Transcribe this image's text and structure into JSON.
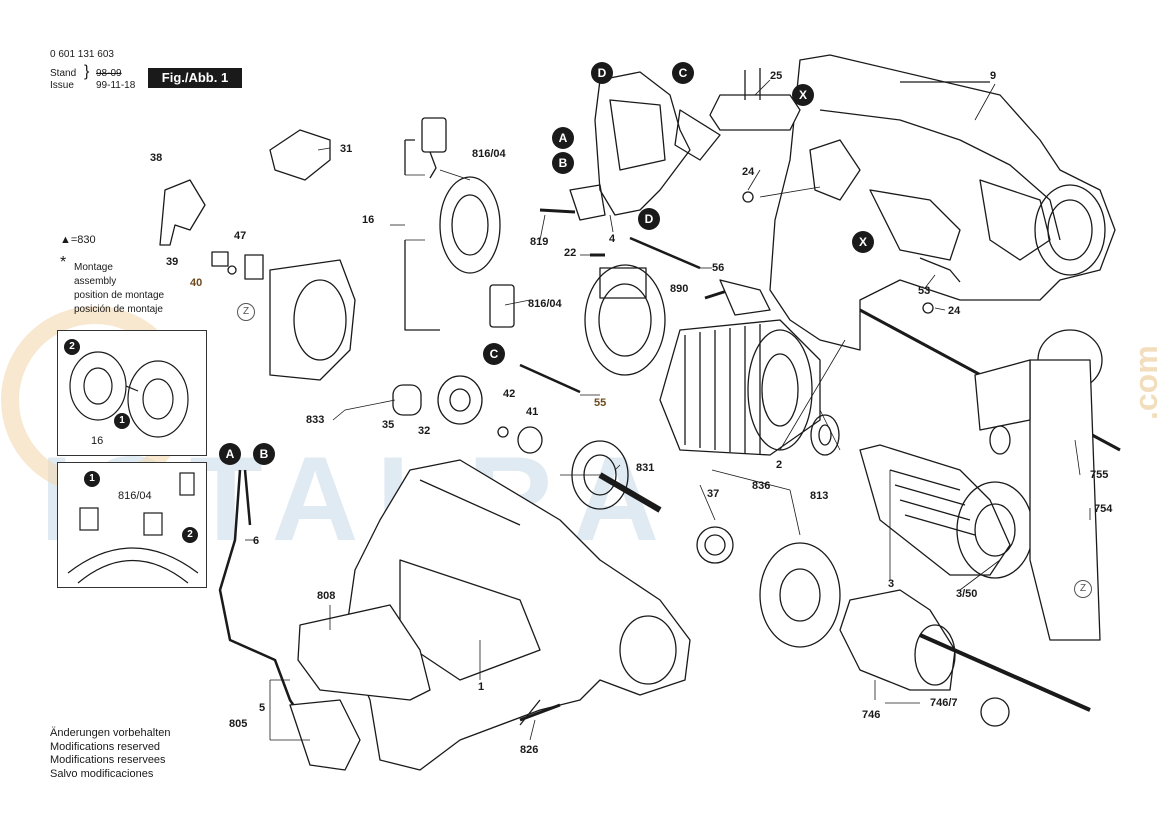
{
  "header": {
    "part_number": "0 601 131 603",
    "stand_label": "Stand",
    "issue_label": "Issue",
    "old_date": "98-09",
    "date": "99-11-18",
    "fig_label": "Fig./Abb. 1"
  },
  "legend": {
    "triangle_note": "▲=830",
    "star": "*",
    "montage_lines": [
      "Montage",
      "assembly",
      "position de montage",
      "posición de montaje"
    ]
  },
  "parts": {
    "p1": "1",
    "p2": "2",
    "p3": "3",
    "p350": "3/50",
    "p4": "4",
    "p5": "5",
    "p6": "6",
    "p9": "9",
    "p16": "16",
    "p16b": "16",
    "p22": "22",
    "p24a": "24",
    "p24b": "24",
    "p25": "25",
    "p31": "31",
    "p32": "32",
    "p35": "35",
    "p37": "37",
    "p38": "38",
    "p39": "39",
    "p40": "40",
    "p41": "41",
    "p42": "42",
    "p47": "47",
    "p53": "53",
    "p55": "55",
    "p56": "56",
    "p746": "746",
    "p7467": "746/7",
    "p754": "754",
    "p755": "755",
    "p805": "805",
    "p808": "808",
    "p813": "813",
    "p816a": "816/04",
    "p816b": "816/04",
    "p816c": "816/04",
    "p819": "819",
    "p826": "826",
    "p831": "831",
    "p833": "833",
    "p836": "836",
    "p890": "890"
  },
  "markers": {
    "A": "A",
    "B": "B",
    "C": "C",
    "D": "D",
    "X": "X",
    "Z": "Z",
    "one": "1",
    "two": "2"
  },
  "footer": [
    "Änderungen vorbehalten",
    "Modifications reserved",
    "Modifications reservees",
    "Salvo modificaciones"
  ],
  "watermark": {
    "text": "ISTALRA",
    "suffix": ".com"
  },
  "colors": {
    "ink": "#1a1a1a",
    "watermark_blue": "#cfdfea",
    "watermark_orange": "#f3d9b0"
  }
}
